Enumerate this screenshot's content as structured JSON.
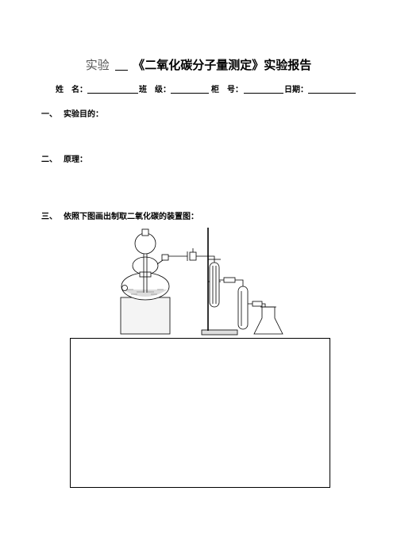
{
  "title": {
    "prefix": "实验",
    "main": "《二氧化碳分子量测定》实验报告"
  },
  "info": {
    "name_label": "姓　名：",
    "class_label": "班　级：",
    "cabinet_label": "柜　号：",
    "date_label": "日期："
  },
  "sections": [
    {
      "num": "一、",
      "label": "实验目的："
    },
    {
      "num": "二、",
      "label": "原理："
    },
    {
      "num": "三、",
      "label": "依照下图画出制取二氧化碳的装置图："
    }
  ],
  "figure": {
    "icon": "co2-generation-apparatus-icon"
  }
}
